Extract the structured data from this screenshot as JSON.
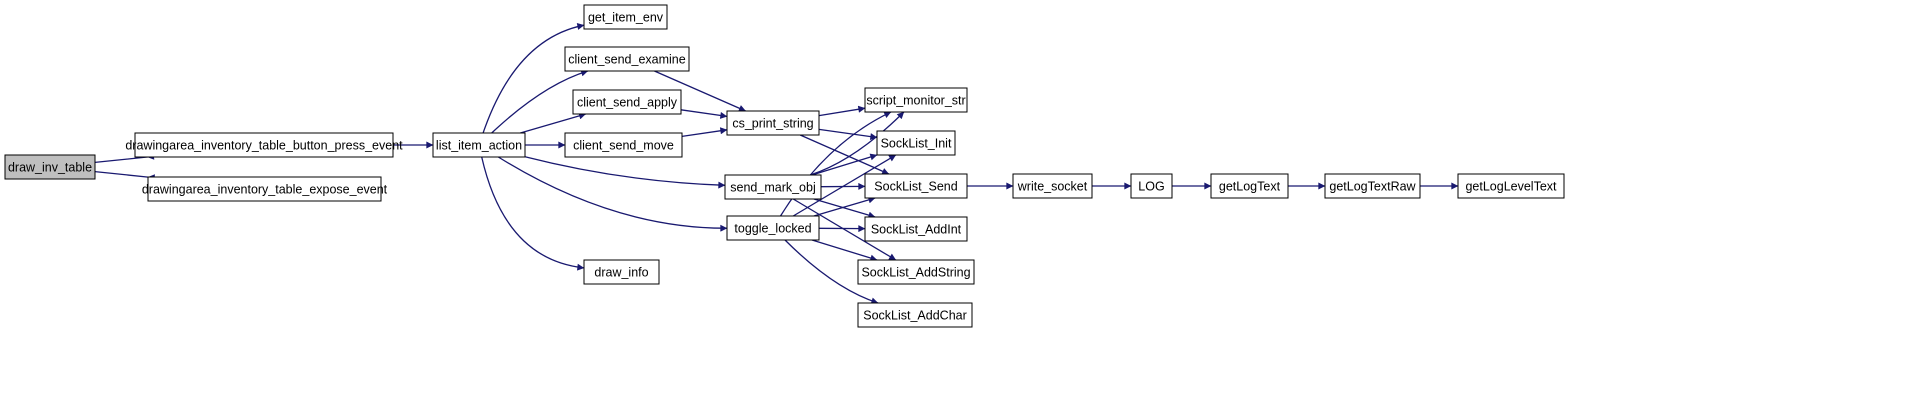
{
  "diagram": {
    "colors": {
      "edge": "#191970",
      "node_fill": "#ffffff",
      "root_fill": "#bfbfbf",
      "border": "#000000"
    },
    "nodes": [
      {
        "id": "draw_inv_table",
        "label": "draw_inv_table",
        "root": true
      },
      {
        "id": "press",
        "label": "drawingarea_inventory_table_button_press_event"
      },
      {
        "id": "expose",
        "label": "drawingarea_inventory_table_expose_event"
      },
      {
        "id": "list_item_action",
        "label": "list_item_action"
      },
      {
        "id": "get_item_env",
        "label": "get_item_env"
      },
      {
        "id": "client_send_examine",
        "label": "client_send_examine"
      },
      {
        "id": "client_send_apply",
        "label": "client_send_apply"
      },
      {
        "id": "client_send_move",
        "label": "client_send_move"
      },
      {
        "id": "cs_print_string",
        "label": "cs_print_string"
      },
      {
        "id": "send_mark_obj",
        "label": "send_mark_obj"
      },
      {
        "id": "toggle_locked",
        "label": "toggle_locked"
      },
      {
        "id": "draw_info",
        "label": "draw_info"
      },
      {
        "id": "script_monitor_str",
        "label": "script_monitor_str"
      },
      {
        "id": "SockList_Init",
        "label": "SockList_Init"
      },
      {
        "id": "SockList_Send",
        "label": "SockList_Send"
      },
      {
        "id": "SockList_AddInt",
        "label": "SockList_AddInt"
      },
      {
        "id": "SockList_AddString",
        "label": "SockList_AddString"
      },
      {
        "id": "SockList_AddChar",
        "label": "SockList_AddChar"
      },
      {
        "id": "write_socket",
        "label": "write_socket"
      },
      {
        "id": "LOG",
        "label": "LOG"
      },
      {
        "id": "getLogText",
        "label": "getLogText"
      },
      {
        "id": "getLogTextRaw",
        "label": "getLogTextRaw"
      },
      {
        "id": "getLogLevelText",
        "label": "getLogLevelText"
      }
    ],
    "edges": [
      {
        "from": "draw_inv_table",
        "to": "press"
      },
      {
        "from": "draw_inv_table",
        "to": "expose"
      },
      {
        "from": "press",
        "to": "list_item_action"
      },
      {
        "from": "list_item_action",
        "to": "get_item_env"
      },
      {
        "from": "list_item_action",
        "to": "client_send_examine"
      },
      {
        "from": "list_item_action",
        "to": "client_send_apply"
      },
      {
        "from": "list_item_action",
        "to": "client_send_move"
      },
      {
        "from": "list_item_action",
        "to": "send_mark_obj"
      },
      {
        "from": "list_item_action",
        "to": "toggle_locked"
      },
      {
        "from": "list_item_action",
        "to": "draw_info"
      },
      {
        "from": "client_send_examine",
        "to": "cs_print_string"
      },
      {
        "from": "client_send_apply",
        "to": "cs_print_string"
      },
      {
        "from": "client_send_move",
        "to": "cs_print_string"
      },
      {
        "from": "cs_print_string",
        "to": "script_monitor_str"
      },
      {
        "from": "cs_print_string",
        "to": "SockList_Init"
      },
      {
        "from": "cs_print_string",
        "to": "SockList_Send"
      },
      {
        "from": "send_mark_obj",
        "to": "script_monitor_str"
      },
      {
        "from": "send_mark_obj",
        "to": "SockList_Init"
      },
      {
        "from": "send_mark_obj",
        "to": "SockList_Send"
      },
      {
        "from": "send_mark_obj",
        "to": "SockList_AddInt"
      },
      {
        "from": "send_mark_obj",
        "to": "SockList_AddString"
      },
      {
        "from": "toggle_locked",
        "to": "script_monitor_str"
      },
      {
        "from": "toggle_locked",
        "to": "SockList_Init"
      },
      {
        "from": "toggle_locked",
        "to": "SockList_Send"
      },
      {
        "from": "toggle_locked",
        "to": "SockList_AddInt"
      },
      {
        "from": "toggle_locked",
        "to": "SockList_AddString"
      },
      {
        "from": "toggle_locked",
        "to": "SockList_AddChar"
      },
      {
        "from": "SockList_Send",
        "to": "write_socket"
      },
      {
        "from": "write_socket",
        "to": "LOG"
      },
      {
        "from": "LOG",
        "to": "getLogText"
      },
      {
        "from": "getLogText",
        "to": "getLogTextRaw"
      },
      {
        "from": "getLogTextRaw",
        "to": "getLogLevelText"
      }
    ]
  }
}
